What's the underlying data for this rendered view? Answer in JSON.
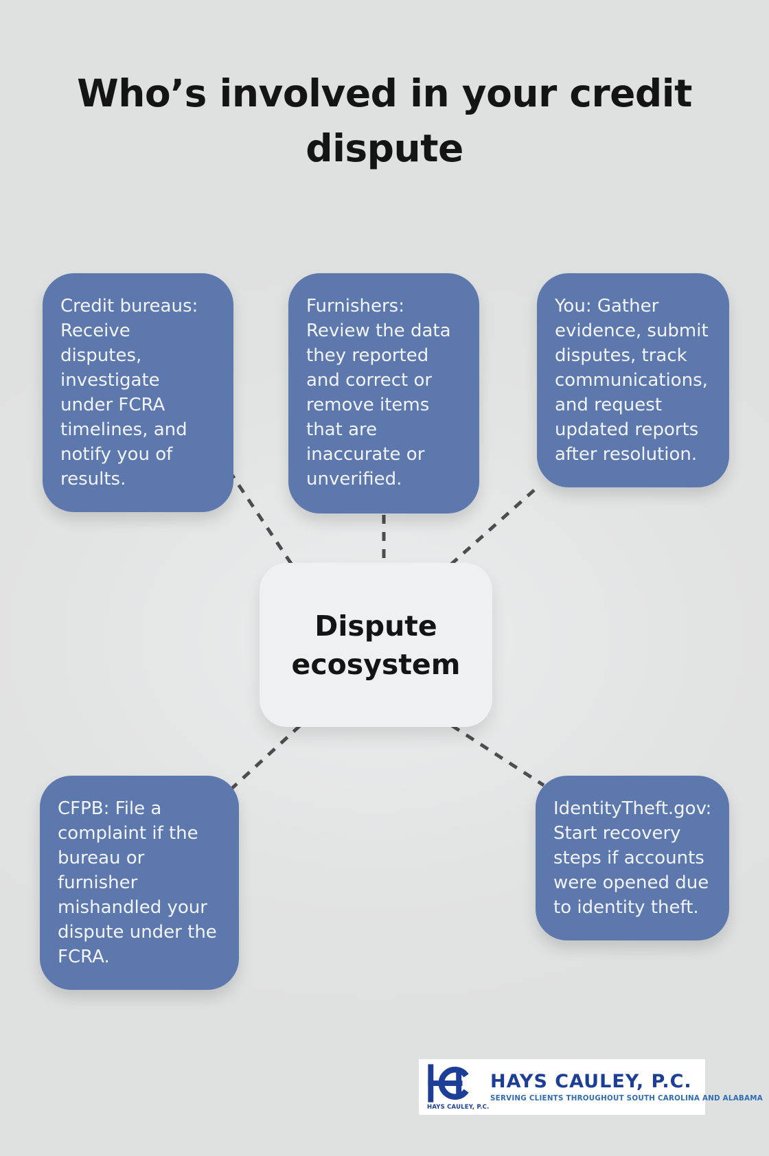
{
  "title": "Who’s involved in your credit dispute",
  "center": {
    "label": "Dispute ecosystem"
  },
  "nodes": [
    {
      "id": "credit-bureaus",
      "text": "Credit bureaus: Receive disputes, investigate under FCRA timelines, and notify you of results."
    },
    {
      "id": "furnishers",
      "text": "Furnishers: Review the data they reported and correct or remove items that are inaccurate or unverified."
    },
    {
      "id": "you",
      "text": "You: Gather evidence, submit disputes, track communications, and request updated reports after resolution."
    },
    {
      "id": "cfpb",
      "text": "CFPB: File a complaint if the bureau or furnisher mishandled your dispute under the FCRA."
    },
    {
      "id": "identitytheft-gov",
      "text": "IdentityTheft.gov: Start recovery steps if accounts were opened due to identity theft."
    }
  ],
  "logo": {
    "name": "HAYS CAULEY, P.C.",
    "tagline": "SERVING CLIENTS THROUGHOUT SOUTH CAROLINA AND ALABAMA",
    "monogram_caption": "HAYS CAULEY, P.C.",
    "monogram_icon": "hc-monogram-icon"
  },
  "colors": {
    "background": "#dfe0e0",
    "node_fill": "#5d78ac",
    "node_text": "#f2f4f8",
    "center_fill": "#eff0f2",
    "title_text": "#141414",
    "connector": "#4d4d4d",
    "logo_blue_dark": "#1d3e96",
    "logo_blue_light": "#2f6cb5",
    "logo_background": "#ffffff"
  }
}
